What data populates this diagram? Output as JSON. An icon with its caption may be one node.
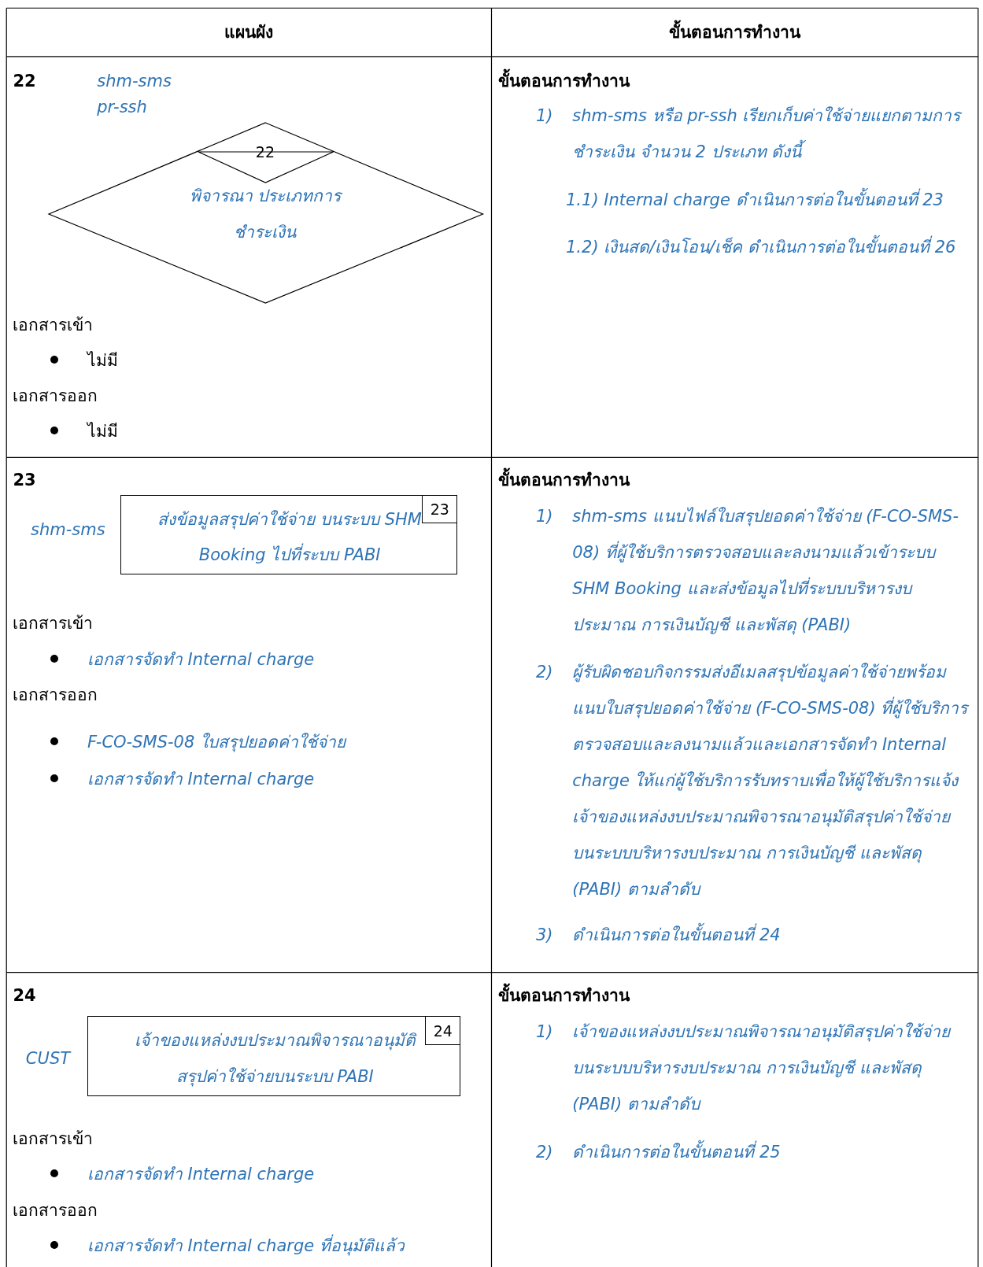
{
  "diagram": {
    "nodes": [
      {
        "text": [
          "22",
          "พิจารณา ประเภทการชำระเงิน"
        ],
        "beside": [
          "shm-sms",
          "pr-ssh"
        ]
      },
      {
        "text": [
          "23",
          "ส่งข้อมูลสรุปค่าใช้จ่าย บนระบบ SHM Booking ไปที่ระบบ PABI"
        ],
        "beside": [
          "shm-sms"
        ]
      },
      {
        "text": [
          "24",
          "เจ้าของแหล่งงบประมาณพิจารณาอนุมัติ สรุปค่าใช้จ่ายบนระบบ PABI"
        ],
        "beside": [
          "CUST"
        ]
      }
    ],
    "labels": [
      "แผนผัง",
      "ขั้นตอนการทำงาน",
      "22",
      "เอกสารเข้า",
      "ไม่มี",
      "เอกสารออก",
      "ไม่มี",
      "ขั้นตอนการทำงาน",
      "1)",
      "shm-sms หรือ pr-ssh เรียกเก็บค่าใช้จ่ายแยกตามการชำระเงิน จำนวน 2 ประเภท ดังนี้",
      "1.1) Internal charge ดำเนินการต่อในขั้นตอนที่ 23",
      "1.2) เงินสด/เงินโอน/เช็ค ดำเนินการต่อในขั้นตอนที่ 26",
      "23",
      "เอกสารเข้า",
      "เอกสารจัดทำ Internal charge",
      "เอกสารออก",
      "F-CO-SMS-08  ใบสรุปยอดค่าใช้จ่าย",
      "เอกสารจัดทำ Internal charge",
      "ขั้นตอนการทำงาน",
      "1)",
      "shm-sms แนบไฟล์ใบสรุปยอดค่าใช้จ่าย (F-CO-SMS-08) ที่ผู้ใช้บริการตรวจสอบและลงนามแล้วเข้าระบบ SHM Booking และส่งข้อมูลไปที่ระบบบริหารงบประมาณ การเงินบัญชี และพัสดุ (PABI)",
      "2)",
      "ผู้รับผิดชอบกิจกรรมส่งอีเมลสรุปข้อมูลค่าใช้จ่ายพร้อมแนบใบสรุปยอดค่าใช้จ่าย (F-CO-SMS-08) ที่ผู้ใช้บริการตรวจสอบและลงนามแล้วและเอกสารจัดทำ Internal charge ให้แก่ผู้ใช้บริการรับทราบเพื่อให้ผู้ใช้บริการแจ้งเจ้าของแหล่งงบประมาณพิจารณาอนุมัติสรุปค่าใช้จ่ายบนระบบบริหารงบประมาณ การเงินบัญชี และพัสดุ (PABI) ตามลำดับ",
      "3)",
      "ดำเนินการต่อในขั้นตอนที่ 24",
      "24",
      "เอกสารเข้า",
      "เอกสารจัดทำ Internal charge",
      "เอกสารออก",
      "เอกสารจัดทำ Internal charge ที่อนุมัติแล้ว",
      "ขั้นตอนการทำงาน",
      "1)",
      "เจ้าของแหล่งงบประมาณพิจารณาอนุมัติสรุปค่าใช้จ่ายบนระบบบริหารงบประมาณ การเงินบัญชี และพัสดุ (PABI) ตามลำดับ",
      "2)",
      "ดำเนินการต่อในขั้นตอนที่ 25"
    ]
  }
}
